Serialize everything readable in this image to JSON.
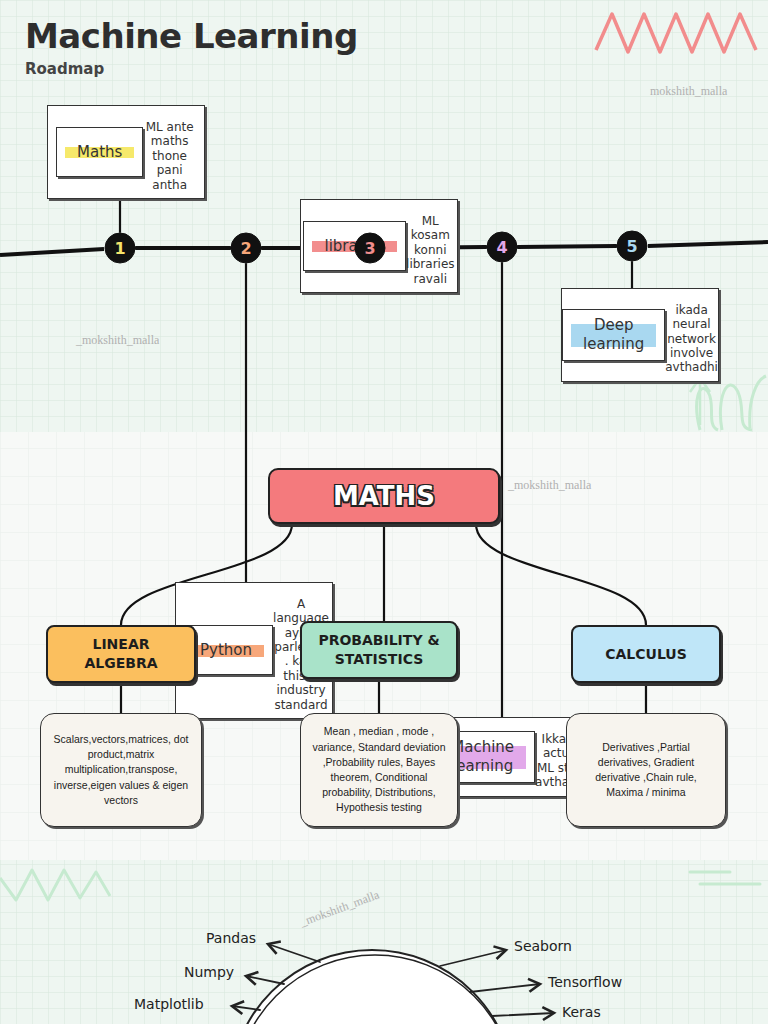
{
  "diagram": {
    "title": "Machine Learning",
    "nodes": [
      {
        "text": [
          "Maths",
          "ML ante maths thone pani antha"
        ]
      },
      {
        "text": [
          "libraries",
          "ML kosam konni libraries ravali"
        ]
      },
      {
        "text": [
          "Deep learning",
          "ikada neural network involve avthadhi"
        ]
      },
      {
        "text": [
          "1"
        ]
      },
      {
        "text": [
          "2"
        ]
      },
      {
        "text": [
          "3"
        ]
      },
      {
        "text": [
          "4"
        ]
      },
      {
        "text": [
          "5"
        ]
      },
      {
        "text": [
          "Python",
          "A language ayina parledhu . kani this is industry standard"
        ]
      },
      {
        "text": [
          "Machine learning",
          "Ikkada actual ML start avthadhi"
        ]
      },
      {
        "text": [
          "MATHS"
        ]
      },
      {
        "text": [
          "LINEAR ALGEBRA"
        ]
      },
      {
        "text": [
          "PROBABILITY & STATISTICS"
        ]
      },
      {
        "text": [
          "CALCULUS"
        ]
      },
      {
        "text": [
          "Scalars,vectors,matrices, dot product,matrix multiplication,transpose, inverse,eigen values & eigen vectors"
        ]
      },
      {
        "text": [
          "Mean , median , mode , variance, Standard deviation ,Probability rules, Bayes theorem, Conditional probability, Distributions, Hypothesis testing"
        ]
      },
      {
        "text": [
          "Derivatives ,Partial derivatives, Gradient derivative ,Chain rule, Maxima / minima"
        ]
      }
    ],
    "edges": [
      {
        "from": 3,
        "to": 0,
        "arrow": "none"
      },
      {
        "from": 4,
        "to": 8,
        "arrow": "none"
      },
      {
        "from": 5,
        "to": 1,
        "arrow": "none"
      },
      {
        "from": 6,
        "to": 9,
        "arrow": "none"
      },
      {
        "from": 7,
        "to": 2,
        "arrow": "none"
      },
      {
        "from": 3,
        "to": 4,
        "arrow": "none"
      },
      {
        "from": 4,
        "to": 5,
        "arrow": "none"
      },
      {
        "from": 5,
        "to": 6,
        "arrow": "none"
      },
      {
        "from": 6,
        "to": 7,
        "arrow": "none"
      },
      {
        "from": 10,
        "to": 11,
        "arrow": "none"
      },
      {
        "from": 10,
        "to": 12,
        "arrow": "none"
      },
      {
        "from": 10,
        "to": 13,
        "arrow": "none"
      },
      {
        "from": 11,
        "to": 14,
        "arrow": "none"
      },
      {
        "from": 12,
        "to": 15,
        "arrow": "none"
      },
      {
        "from": 13,
        "to": 16,
        "arrow": "none"
      }
    ],
    "labels": [
      "Roadmap",
      "mokshith_malla",
      "_mokshith_malla",
      "_mokshith_malla",
      "Pandas",
      "Numpy",
      "Matplotlib",
      "Seaborn",
      "Tensorflow",
      "Keras",
      "_mokshith_malla"
    ]
  }
}
